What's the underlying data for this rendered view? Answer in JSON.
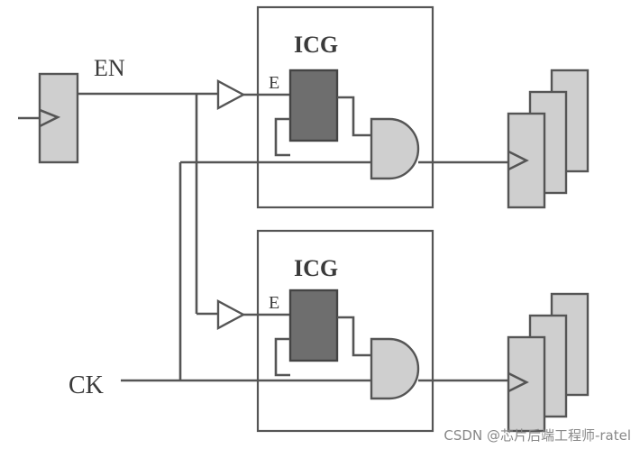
{
  "labels": {
    "enable_signal": "EN",
    "clock_signal": "CK",
    "icg_top": "ICG",
    "icg_bottom": "ICG",
    "enable_pin_top": "E",
    "enable_pin_bottom": "E"
  },
  "watermark": "CSDN @芯片后端工程师-ratel",
  "colors": {
    "line": "#555555",
    "register_fill": "#cfcfcf",
    "latch_fill": "#6e6e6e",
    "gate_fill": "#cfcfcf"
  }
}
